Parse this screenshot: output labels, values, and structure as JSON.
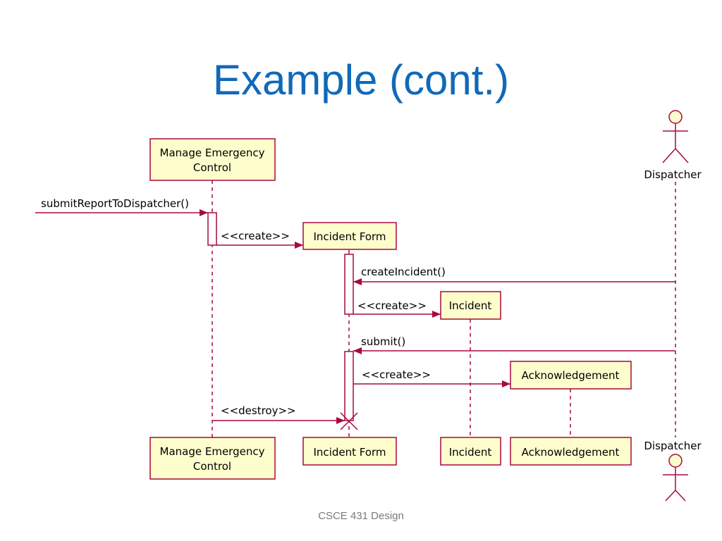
{
  "slide": {
    "title": "Example (cont.)",
    "footer": "CSCE 431 Design"
  },
  "diagram": {
    "participants": {
      "manage_emergency_control": [
        "Manage Emergency",
        "Control"
      ],
      "incident_form": "Incident Form",
      "incident": "Incident",
      "acknowledgement": "Acknowledgement",
      "dispatcher": "Dispatcher"
    },
    "messages": {
      "submit_report": "submitReportToDispatcher()",
      "create_form": "<<create>>",
      "create_incident_call": "createIncident()",
      "create_incident": "<<create>>",
      "submit": "submit()",
      "create_ack": "<<create>>",
      "destroy": "<<destroy>>"
    },
    "colors": {
      "box_fill": "#fefecd",
      "line": "#a8083b",
      "title": "#1069b9"
    }
  }
}
